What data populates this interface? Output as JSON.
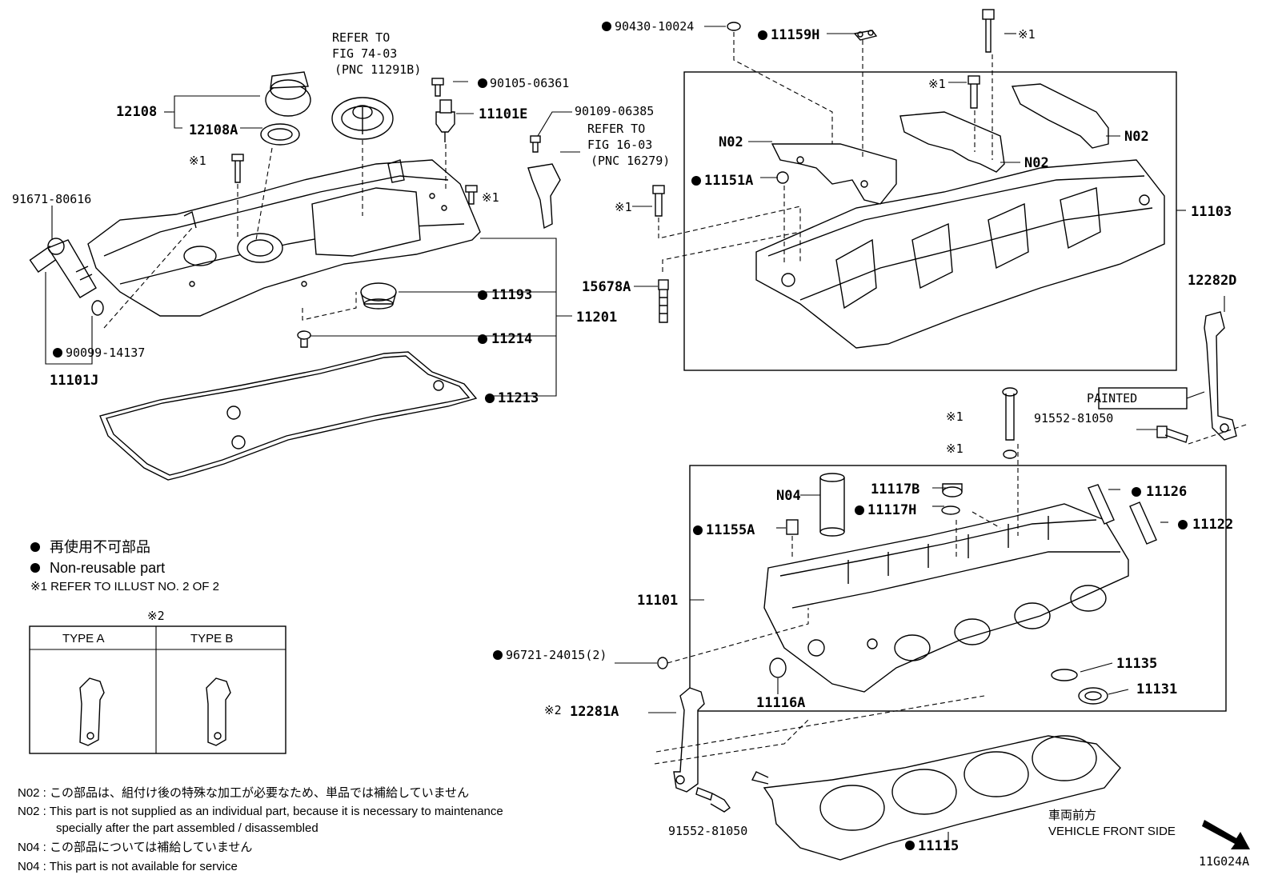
{
  "diagram_id": "11G024A",
  "legend": {
    "nonreusable_ja": "再使用不可部品",
    "nonreusable_en": "Non-reusable part",
    "ref1": "※1   REFER TO ILLUST NO. 2 OF 2",
    "type_title": "※2",
    "type_a": "TYPE A",
    "type_b": "TYPE B"
  },
  "notes": {
    "n02_ja": "N02 : この部品は、組付け後の特殊な加工が必要なため、単品では補給していません",
    "n02_en_1": "N02 : This part is not supplied as an individual part, because it is necessary to maintenance",
    "n02_en_2": "specially after the part assembled / disassembled",
    "n04_ja": "N04 : この部品については補給していません",
    "n04_en": "N04 : This part is not available for service"
  },
  "front": {
    "ja": "車両前方",
    "en": "VEHICLE FRONT SIDE"
  },
  "painted": "PAINTED",
  "refs": {
    "fig74_1": "REFER TO",
    "fig74_2": "FIG 74-03",
    "fig74_3": "(PNC 11291B)",
    "fig16_1": "REFER TO",
    "fig16_2": "FIG 16-03",
    "fig16_3": "(PNC 16279)"
  },
  "mark1": "※1",
  "mark2": "※2",
  "labels": {
    "p12108": "12108",
    "p12108A": "12108A",
    "p91671": "91671-80616",
    "p90099": "90099-14137",
    "p11101J": "11101J",
    "p90105": "90105-06361",
    "p11101E": "11101E",
    "p90109": "90109-06385",
    "p11193": "11193",
    "p11214": "11214",
    "p11201": "11201",
    "p11213": "11213",
    "p90430": "90430-10024",
    "p11159H": "11159H",
    "pN02a": "N02",
    "pN02b": "N02",
    "pN02c": "N02",
    "p11151A": "11151A",
    "p15678A": "15678A",
    "p11103": "11103",
    "p12282D": "12282D",
    "p91552a": "91552-81050",
    "pN04": "N04",
    "p11117B": "11117B",
    "p11117H": "11117H",
    "p11126": "11126",
    "p11122": "11122",
    "p11155A": "11155A",
    "p11101": "11101",
    "p96721": "96721-24015(2)",
    "p11135": "11135",
    "p11131": "11131",
    "p11116A": "11116A",
    "p12281A": "12281A",
    "p91552b": "91552-81050",
    "p11115": "11115"
  }
}
